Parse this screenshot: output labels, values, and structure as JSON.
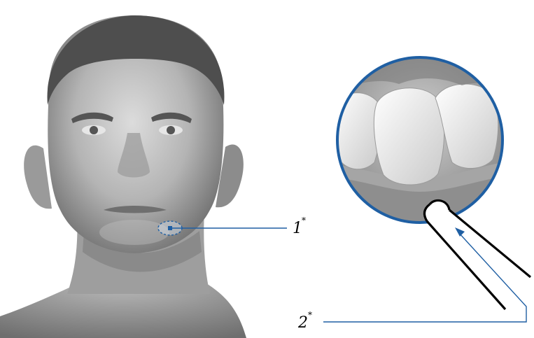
{
  "labels": {
    "one": {
      "num": "1",
      "sup": "*"
    },
    "two": {
      "num": "2",
      "sup": "*"
    }
  },
  "colors": {
    "accent": "#1f5fa3",
    "skin_light": "#d6d6d6",
    "skin_mid": "#a8a8a8",
    "skin_dark": "#6a6a6a",
    "hair": "#4a4a4a",
    "gum": "#8e8e8e",
    "tooth": "#f2f2f2"
  },
  "icons": {
    "face": "human-face-illustration",
    "teeth": "teeth-closeup-icon",
    "probe": "swab-probe-icon"
  }
}
